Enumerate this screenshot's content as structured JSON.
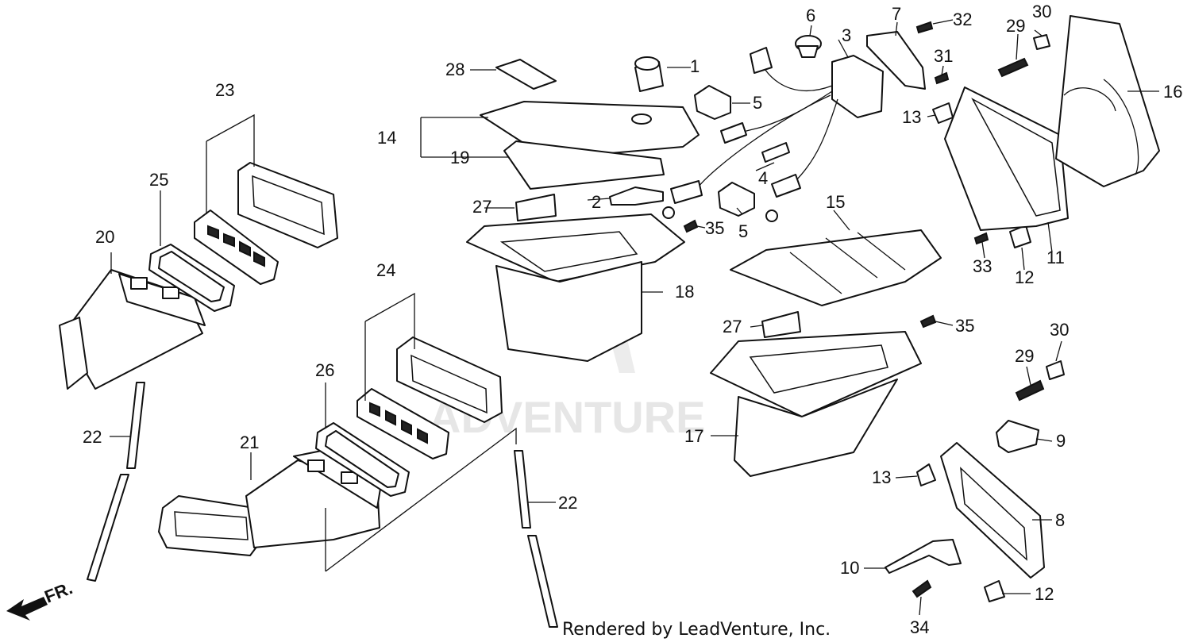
{
  "diagram": {
    "callouts": {
      "p1": "1",
      "p2": "2",
      "p3": "3",
      "p4": "4",
      "p5a": "5",
      "p5b": "5",
      "p6": "6",
      "p7": "7",
      "p8": "8",
      "p9": "9",
      "p10": "10",
      "p11": "11",
      "p12a": "12",
      "p12b": "12",
      "p13a": "13",
      "p13b": "13",
      "p14": "14",
      "p15": "15",
      "p16": "16",
      "p17": "17",
      "p18": "18",
      "p19": "19",
      "p20": "20",
      "p21": "21",
      "p22a": "22",
      "p22b": "22",
      "p23": "23",
      "p24": "24",
      "p25": "25",
      "p26": "26",
      "p27a": "27",
      "p27b": "27",
      "p28": "28",
      "p29a": "29",
      "p29b": "29",
      "p30a": "30",
      "p30b": "30",
      "p31": "31",
      "p32": "32",
      "p33": "33",
      "p34": "34",
      "p35a": "35",
      "p35b": "35"
    },
    "direction_label": "FR.",
    "credit": "Rendered by LeadVenture, Inc.",
    "watermark": "ADVENTURE"
  }
}
